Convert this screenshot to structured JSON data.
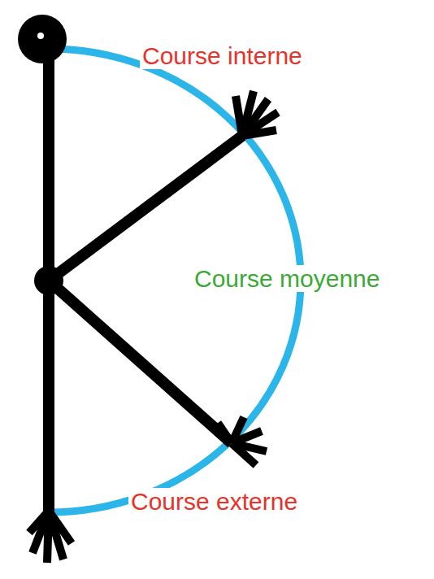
{
  "diagram": {
    "labels": [
      "Course interne",
      "Course moyenne",
      "Course externe"
    ]
  }
}
